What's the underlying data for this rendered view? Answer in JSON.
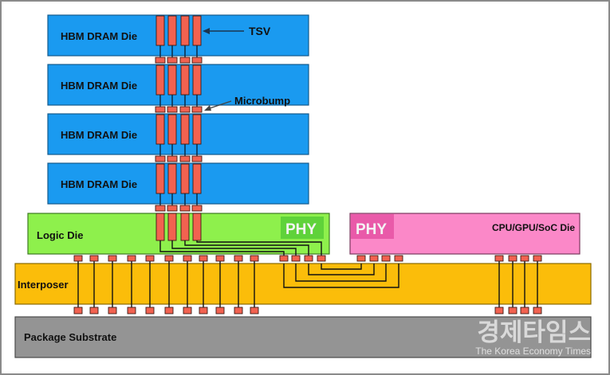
{
  "diagram": {
    "title": "HBM 2.5D package cross-section",
    "hbm_dies": [
      {
        "label": "HBM DRAM Die"
      },
      {
        "label": "HBM DRAM Die"
      },
      {
        "label": "HBM DRAM Die"
      },
      {
        "label": "HBM DRAM Die"
      }
    ],
    "annotations": {
      "tsv": "TSV",
      "microbump": "Microbump"
    },
    "logic_die": {
      "label": "Logic Die",
      "phy_label": "PHY"
    },
    "soc_die": {
      "label": "CPU/GPU/SoC Die",
      "phy_label": "PHY"
    },
    "interposer": {
      "label": "Interposer"
    },
    "substrate": {
      "label": "Package Substrate"
    },
    "tsv_columns": 4,
    "logic_to_interposer_bumps": 15,
    "phy_links": 4,
    "soc_through_vias": 4,
    "colors": {
      "hbm": "#1a9af0",
      "logic": "#8ef04c",
      "logic_phy": "#5fd23a",
      "soc": "#fb88c8",
      "soc_phy": "#e95aa9",
      "interposer": "#fbbd0a",
      "substrate": "#949494",
      "tsv": "#f26250",
      "wire": "#111111"
    }
  },
  "watermark": {
    "korean": "경제타임스",
    "english": "The Korea Economy Times"
  }
}
